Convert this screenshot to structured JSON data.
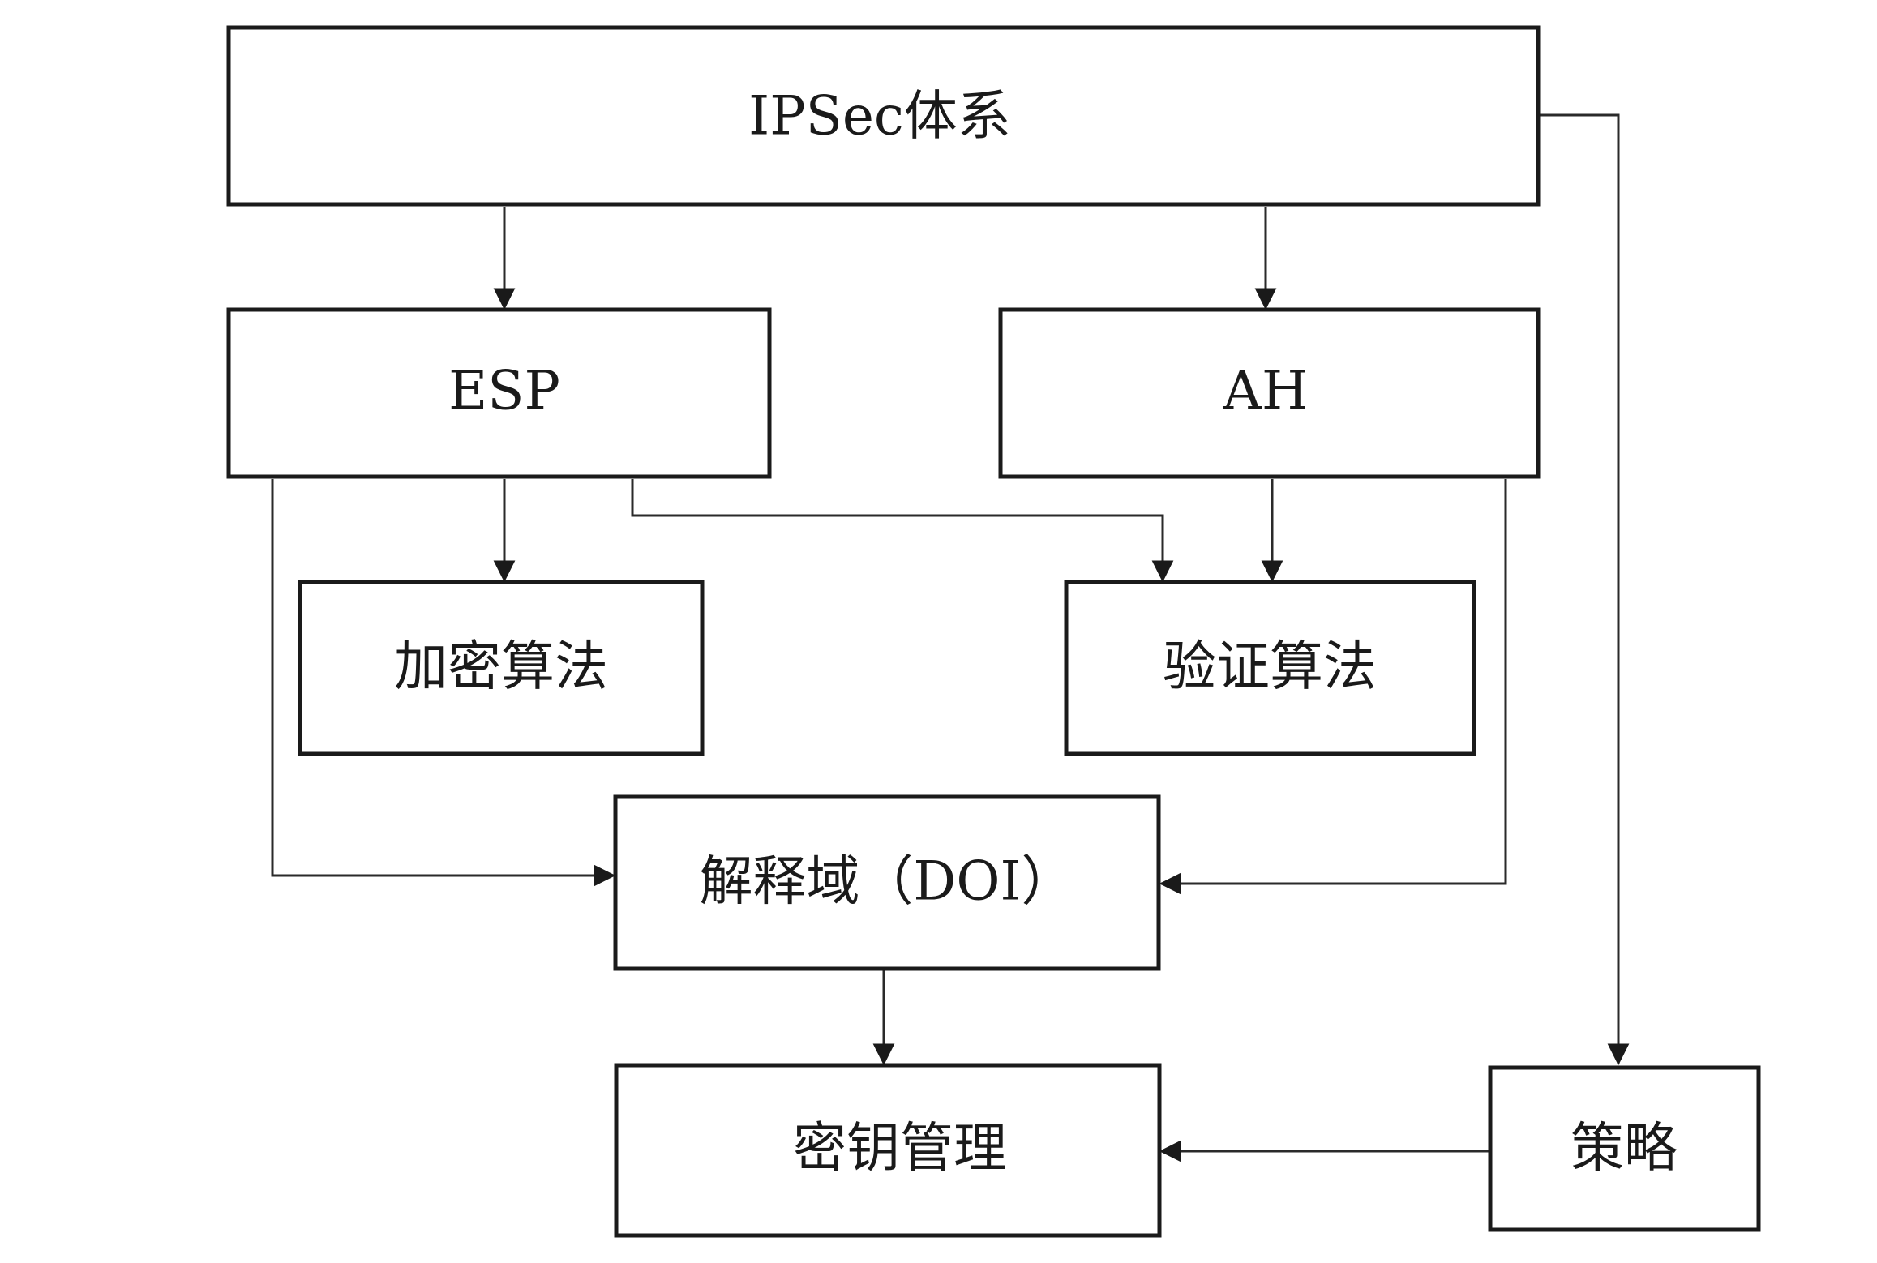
{
  "diagram": {
    "nodes": {
      "ipsec": {
        "label": "IPSec体系"
      },
      "esp": {
        "label": "ESP"
      },
      "ah": {
        "label": "AH"
      },
      "encryption": {
        "label": "加密算法"
      },
      "authentication": {
        "label": "验证算法"
      },
      "doi": {
        "label": "解释域（DOI）"
      },
      "key_management": {
        "label": "密钥管理"
      },
      "policy": {
        "label": "策略"
      }
    },
    "edges": [
      {
        "from": "ipsec",
        "to": "esp"
      },
      {
        "from": "ipsec",
        "to": "ah"
      },
      {
        "from": "ipsec",
        "to": "policy"
      },
      {
        "from": "esp",
        "to": "encryption"
      },
      {
        "from": "esp",
        "to": "authentication"
      },
      {
        "from": "esp",
        "to": "doi"
      },
      {
        "from": "ah",
        "to": "authentication"
      },
      {
        "from": "ah",
        "to": "doi"
      },
      {
        "from": "doi",
        "to": "key_management"
      },
      {
        "from": "policy",
        "to": "key_management"
      }
    ],
    "colors": {
      "stroke": "#1a1a1a",
      "background": "#ffffff"
    }
  }
}
